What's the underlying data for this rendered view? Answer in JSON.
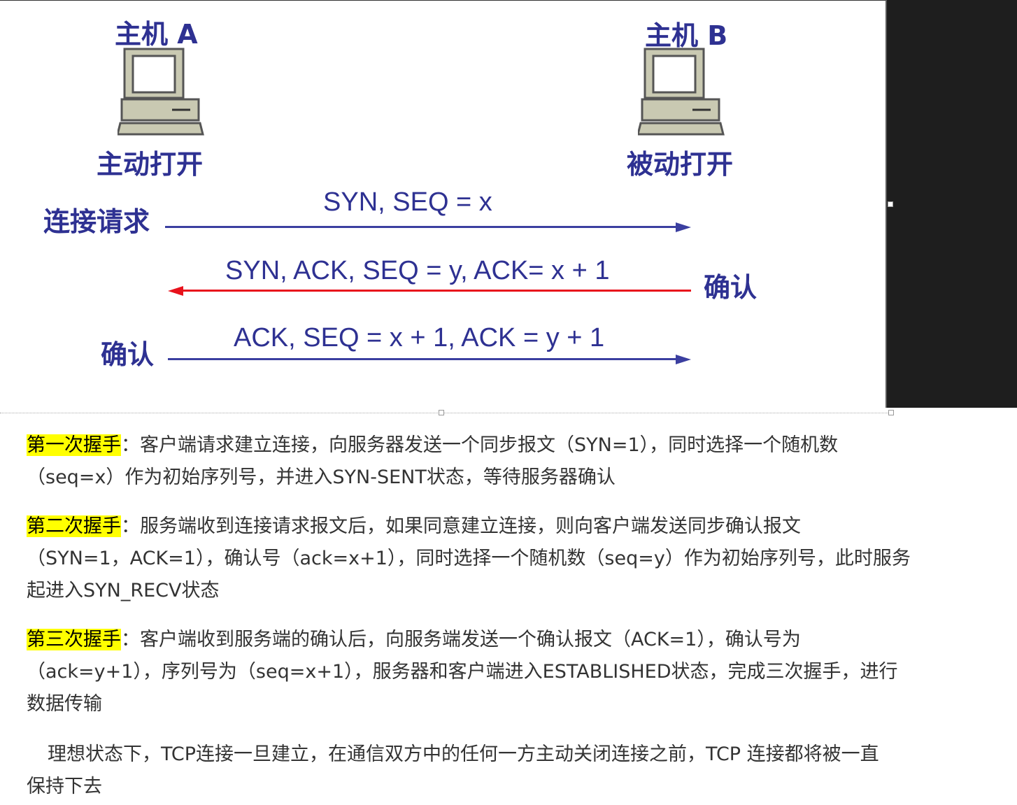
{
  "diagram": {
    "host_a": {
      "name": "主机 A",
      "state": "主动打开",
      "icon": "computer-icon"
    },
    "host_b": {
      "name": "主机 B",
      "state": "被动打开",
      "icon": "computer-icon"
    },
    "steps": [
      {
        "message": "SYN, SEQ = x",
        "side_label": "连接请求",
        "direction": "A-to-B",
        "color": "#3b3fa0"
      },
      {
        "message": "SYN, ACK, SEQ = y, ACK= x + 1",
        "side_label": "确认",
        "direction": "B-to-A",
        "color": "#e8121c"
      },
      {
        "message": "ACK, SEQ = x + 1, ACK = y + 1",
        "side_label": "确认",
        "direction": "A-to-B",
        "color": "#3b3fa0"
      }
    ]
  },
  "text": {
    "p1": {
      "highlight": "第一次握手",
      "lines": [
        "：客户端请求建立连接，向服务器发送一个同步报文（SYN=1），同时选择一个随机数",
        "（seq=x）作为初始序列号，并进入SYN-SENT状态，等待服务器确认"
      ]
    },
    "p2": {
      "highlight": "第二次握手",
      "lines": [
        "：服务端收到连接请求报文后，如果同意建立连接，则向客户端发送同步确认报文",
        "（SYN=1，ACK=1），确认号（ack=x+1），同时选择一个随机数（seq=y）作为初始序列号，此时服务",
        "起进入SYN_RECV状态"
      ]
    },
    "p3": {
      "highlight": "第三次握手",
      "lines": [
        "：客户端收到服务端的确认后，向服务端发送一个确认报文（ACK=1），确认号为",
        "（ack=y+1），序列号为（seq=x+1），服务器和客户端进入ESTABLISHED状态，完成三次握手，进行",
        "数据传输"
      ]
    },
    "p4": {
      "lines": [
        "理想状态下，TCP连接一旦建立，在通信双方中的任何一方主动关闭连接之前，TCP 连接都将被一直",
        "保持下去"
      ]
    }
  },
  "colors": {
    "highlight": "#ffff00",
    "diagram_text": "#2e3192",
    "strip": "#1e1e1e"
  }
}
